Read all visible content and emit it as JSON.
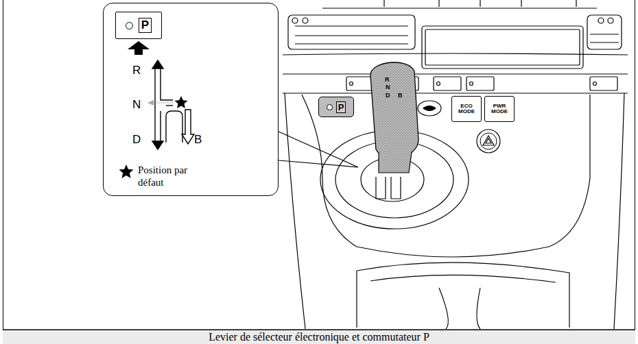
{
  "diagram": {
    "caption": "Levier de sélecteur électronique et commutateur P",
    "nodes": [
      {
        "text": [
          "R",
          "N",
          "D",
          "B"
        ]
      },
      {
        "text": [
          "P"
        ],
        "in": 0
      },
      {
        "text": [
          "P"
        ]
      },
      {
        "text": [
          "ECO MODE"
        ]
      },
      {
        "text": [
          "PWR MODE"
        ]
      }
    ],
    "labels": [
      "R",
      "N",
      "D",
      "B"
    ],
    "legend": [
      {
        "text": "Position par défaut"
      }
    ]
  }
}
